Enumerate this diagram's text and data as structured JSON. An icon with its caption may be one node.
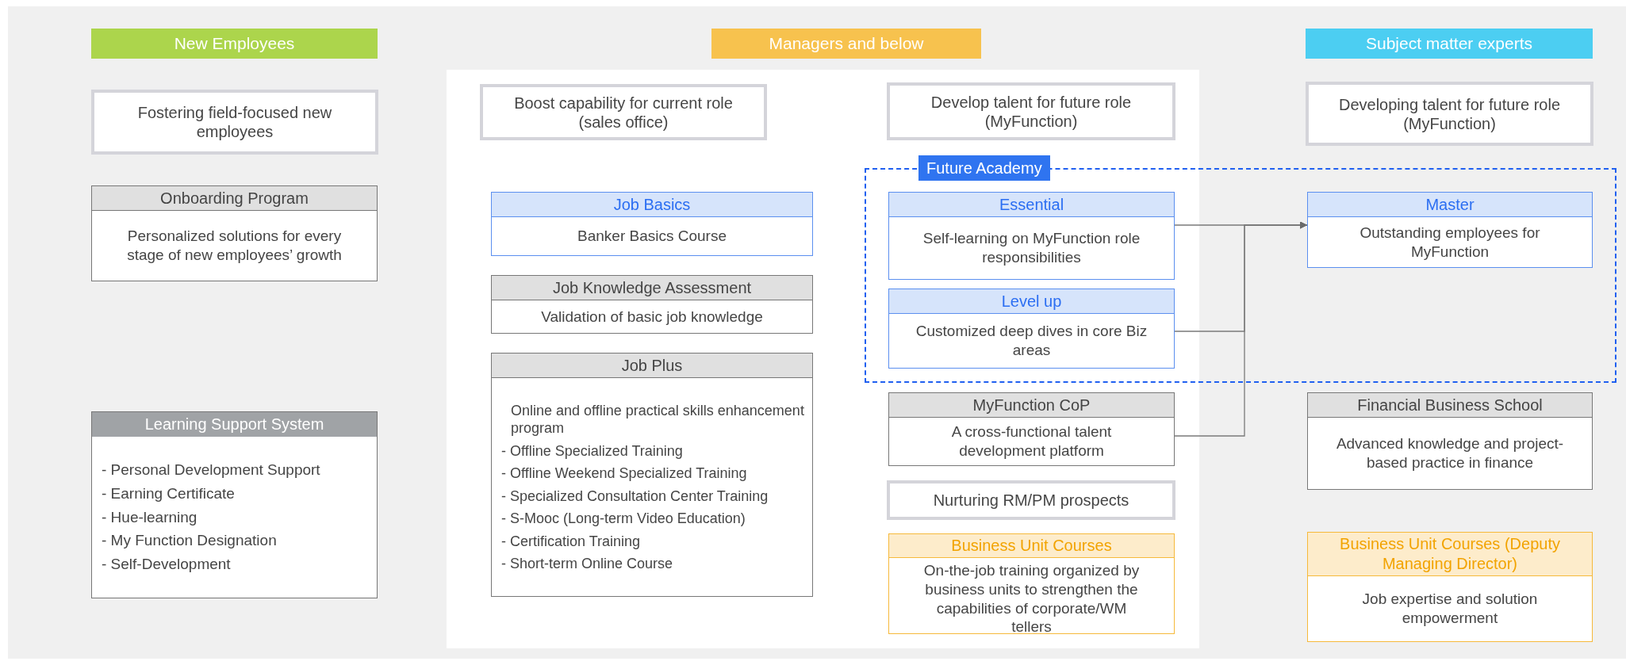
{
  "diagram": {
    "nodes": [
      {
        "text": [
          "New Employees"
        ]
      },
      {
        "text": [
          "Managers and below"
        ]
      },
      {
        "text": [
          "Subject matter experts"
        ]
      },
      {
        "text": [
          "Fostering field-focused new employees"
        ]
      },
      {
        "text": [
          "Boost capability for current role (sales office)"
        ]
      },
      {
        "text": [
          "Develop talent for future role (MyFunction)"
        ]
      },
      {
        "text": [
          "Developing talent for future role (MyFunction)"
        ]
      },
      {
        "text": [
          "Future Academy"
        ]
      },
      {
        "text": [
          "Onboarding Program",
          "Personalized solutions for every stage of new employees’ growth"
        ]
      },
      {
        "text": [
          "Job Basics",
          "Banker Basics Course"
        ]
      },
      {
        "text": [
          "Essential",
          "Self-learning on MyFunction role responsibilities"
        ],
        "in": 7
      },
      {
        "text": [
          "Master",
          "Outstanding employees for MyFunction"
        ],
        "in": 7
      },
      {
        "text": [
          "Job Knowledge Assessment",
          "Validation of basic job knowledge"
        ]
      },
      {
        "text": [
          "Level up",
          "Customized deep dives in core Biz areas"
        ],
        "in": 7
      },
      {
        "text": [
          "Learning Support System",
          "- Personal Development Support",
          "- Earning Certificate",
          "- Hue-learning",
          "- My Function Designation",
          "- Self-Development"
        ]
      },
      {
        "text": [
          "Job Plus",
          "Online and offline practical skills enhancement program",
          "- Offline Specialized Training",
          "- Offline Weekend Specialized Training",
          "- Specialized Consultation Center Training",
          "- S-Mooc (Long-term Video Education)",
          "- Certification Training",
          "- Short-term Online Course"
        ]
      },
      {
        "text": [
          "MyFunction CoP",
          "A cross-functional talent development platform"
        ]
      },
      {
        "text": [
          "Financial Business School",
          "Advanced knowledge and project-based practice in finance"
        ]
      },
      {
        "text": [
          "Nurturing RM/PM prospects"
        ]
      },
      {
        "text": [
          "Business Unit Courses",
          "On-the-job training organized by business units to strengthen the capabilities of corporate/WM tellers"
        ]
      },
      {
        "text": [
          "Business Unit Courses (Deputy Managing Director)",
          "Job expertise and solution empowerment"
        ]
      }
    ],
    "edges": [
      {
        "from": 10,
        "to": 11,
        "arrow": "to"
      },
      {
        "from": 13,
        "to": 11,
        "arrow": "to"
      },
      {
        "from": 16,
        "to": 11,
        "arrow": "to"
      }
    ]
  }
}
